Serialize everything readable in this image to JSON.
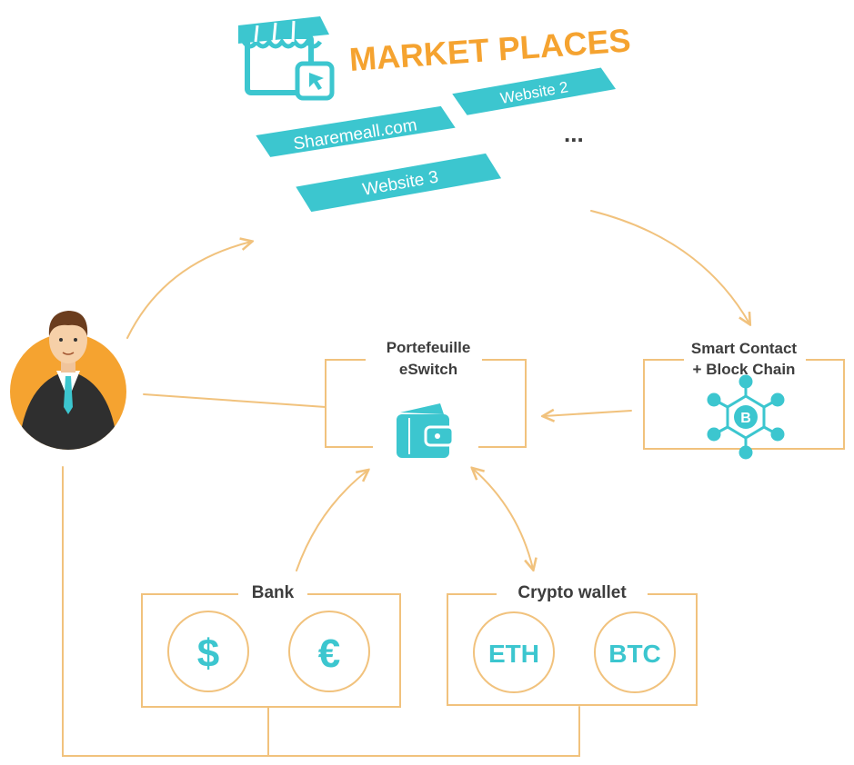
{
  "marketplaces": {
    "title": "MARKET PLACES",
    "sites": [
      "Sharemeall.com",
      "Website 2",
      "Website 3"
    ],
    "more": "..."
  },
  "wallet": {
    "line1": "Portefeuille",
    "line2": "eSwitch"
  },
  "smart_contract": {
    "line1": "Smart Contact",
    "line2": "+ Block Chain"
  },
  "bank": {
    "label": "Bank",
    "currencies": [
      "$",
      "€"
    ]
  },
  "crypto": {
    "label": "Crypto wallet",
    "coins": [
      "ETH",
      "BTC"
    ]
  },
  "colors": {
    "teal": "#3cc6cf",
    "orange": "#f5a330",
    "line": "#f1c27d",
    "text": "#3d3d3d"
  },
  "icons": [
    "shop-icon",
    "cursor-icon",
    "wallet-icon",
    "blockchain-icon",
    "user-avatar-icon"
  ]
}
